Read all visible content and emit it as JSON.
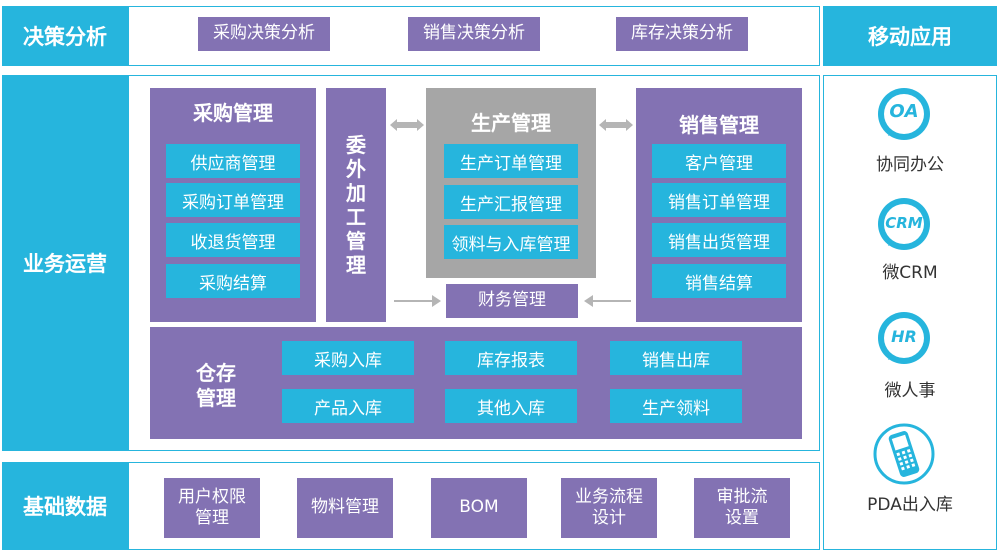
{
  "rows": {
    "decision": "决策分析",
    "operations": "业务运营",
    "basic": "基础数据"
  },
  "decision_items": [
    "采购决策分析",
    "销售决策分析",
    "库存决策分析"
  ],
  "purchase": {
    "title": "采购管理",
    "items": [
      "供应商管理",
      "采购订单管理",
      "收退货管理",
      "采购结算"
    ]
  },
  "outsource": {
    "title": "委外加工管理"
  },
  "production": {
    "title": "生产管理",
    "items": [
      "生产订单管理",
      "生产汇报管理",
      "领料与入库管理"
    ]
  },
  "sales": {
    "title": "销售管理",
    "items": [
      "客户管理",
      "销售订单管理",
      "销售出货管理",
      "销售结算"
    ]
  },
  "finance": {
    "title": "财务管理"
  },
  "warehouse": {
    "title_line1": "仓存",
    "title_line2": "管理",
    "items": [
      "采购入库",
      "库存报表",
      "销售出库",
      "产品入库",
      "其他入库",
      "生产领料"
    ]
  },
  "basic_items": [
    {
      "line1": "用户权限",
      "line2": "管理"
    },
    {
      "line1": "物料管理",
      "line2": ""
    },
    {
      "line1": "BOM",
      "line2": ""
    },
    {
      "line1": "业务流程",
      "line2": "设计"
    },
    {
      "line1": "审批流",
      "line2": "设置"
    }
  ],
  "mobile": {
    "title": "移动应用",
    "apps": [
      {
        "icon_text": "OA",
        "label": "协同办公",
        "icon": "oa-bubble-icon"
      },
      {
        "icon_text": "CRM",
        "label": "微CRM",
        "icon": "crm-bubble-icon"
      },
      {
        "icon_text": "HR",
        "label": "微人事",
        "icon": "hr-bubble-icon"
      },
      {
        "icon_text": "",
        "label": "PDA出入库",
        "icon": "pda-device-icon"
      }
    ]
  },
  "colors": {
    "cyan": "#26b5dd",
    "purple": "#8372b3",
    "gray": "#a6a6a6"
  }
}
